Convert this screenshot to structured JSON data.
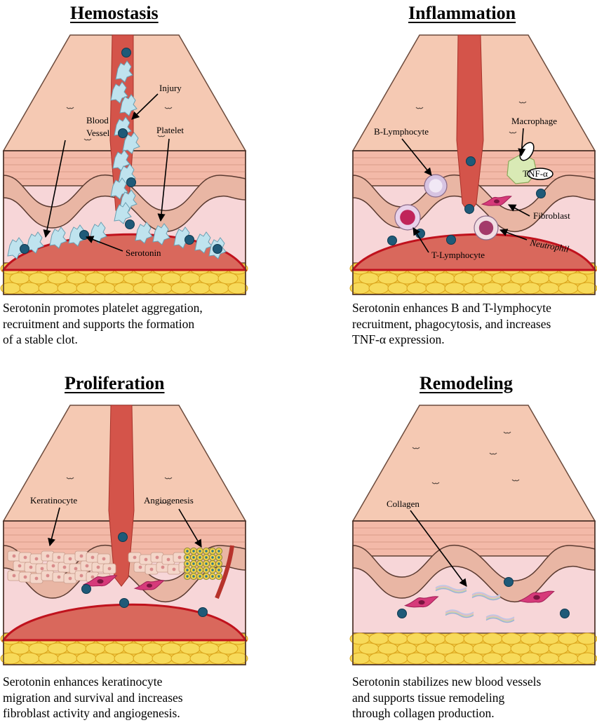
{
  "panels": [
    {
      "title": "Hemostasis",
      "labels": {
        "injury": "Injury",
        "blood_vessel_1": "Blood",
        "blood_vessel_2": "Vessel",
        "platelet": "Platelet",
        "serotonin": "Serotonin"
      },
      "caption": [
        "Serotonin promotes platelet aggregation,",
        "recruitment and supports the formation",
        "of a stable clot."
      ]
    },
    {
      "title": "Inflammation",
      "labels": {
        "b_lymphocyte": "B-Lymphocyte",
        "macrophage": "Macrophage",
        "tnf_a": "TNF-α",
        "fibroblast": "Fibroblast",
        "neutrophil": "Neutrophil",
        "t_lymphocyte": "T-Lymphocyte"
      },
      "caption": [
        "Serotonin enhances B and T-lymphocyte",
        "recruitment, phagocytosis, and increases",
        "TNF-α expression."
      ]
    },
    {
      "title": "Proliferation",
      "labels": {
        "keratinocyte": "Keratinocyte",
        "angiogenesis": "Angiogenesis"
      },
      "caption": [
        "Serotonin enhances keratinocyte",
        "migration and survival and increases",
        "fibroblast activity and angiogenesis."
      ]
    },
    {
      "title": "Remodeling",
      "labels": {
        "collagen": "Collagen"
      },
      "caption": [
        "Serotonin stabilizes new blood vessels",
        "and supports tissue remodeling",
        "through collagen production."
      ]
    }
  ],
  "colors": {
    "epidermis": "#f5c9b3",
    "dermis_band": "#f3b9a8",
    "dermis_pink": "#f7d6d8",
    "fat": "#f5d24a",
    "vessel": "#d9685c",
    "vessel_border": "#c0121d",
    "wound": "#d4544a",
    "serotonin": "#1f5a78",
    "platelet": "#bfe3ee"
  }
}
